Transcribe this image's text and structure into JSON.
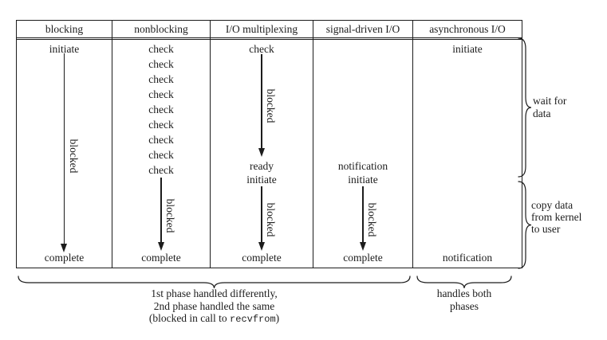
{
  "ink_color": "#1c1c1c",
  "columns": [
    {
      "header": "blocking",
      "top_label": "initiate",
      "arrow_label": "blocked",
      "bottom_label": "complete"
    },
    {
      "header": "nonblocking",
      "checks": [
        "check",
        "check",
        "check",
        "check",
        "check",
        "check",
        "check",
        "check",
        "check"
      ],
      "arrow_label": "blocked",
      "bottom_label": "complete"
    },
    {
      "header": "I/O multiplexing",
      "top_label": "check",
      "arrow1_label": "blocked",
      "ready_label": "ready",
      "initiate_label": "initiate",
      "arrow2_label": "blocked",
      "bottom_label": "complete"
    },
    {
      "header": "signal-driven I/O",
      "notification_label": "notification",
      "initiate_label": "initiate",
      "arrow_label": "blocked",
      "bottom_label": "complete"
    },
    {
      "header": "asynchronous I/O",
      "top_label": "initiate",
      "bottom_label": "notification"
    }
  ],
  "side_annotations": {
    "wait_for_data": {
      "line1": "wait for",
      "line2": "data"
    },
    "copy_data": {
      "line1": "copy data",
      "line2": "from kernel",
      "line3": "to user"
    }
  },
  "bottom_captions": {
    "first_four": {
      "line1": "1st phase handled differently,",
      "line2": "2nd phase handled the same",
      "line3_prefix": "(blocked in call to ",
      "line3_code": "recvfrom",
      "line3_suffix": ")"
    },
    "async": {
      "line1": "handles both",
      "line2": "phases"
    }
  }
}
